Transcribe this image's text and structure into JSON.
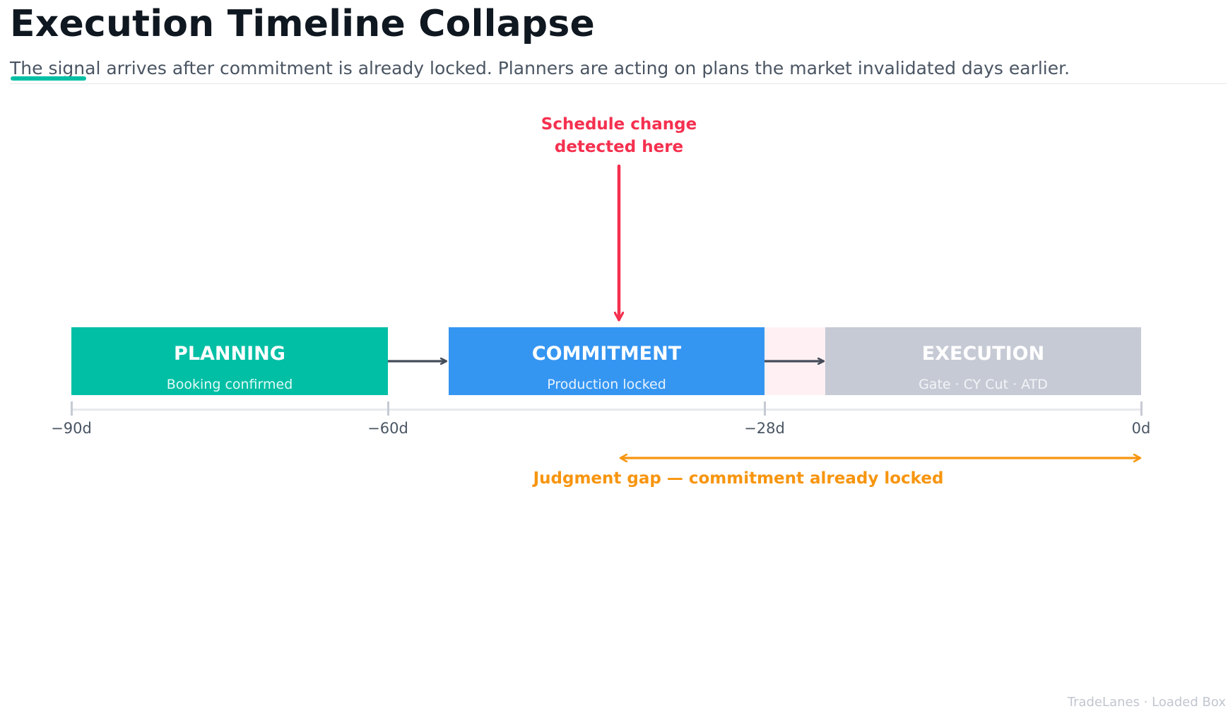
{
  "header": {
    "title": "Execution Timeline Collapse",
    "subtitle": "The signal arrives after commitment is already locked. Planners are acting on plans the market invalidated days earlier."
  },
  "colors": {
    "accent": "#00bfa5",
    "planning": "#00bfa5",
    "commitment": "#3596f2",
    "execution": "#c6cad5",
    "transition_zone": "#fff0f3",
    "signal": "#f5304f",
    "gap": "#f7950f",
    "connector": "#454c59"
  },
  "phases": [
    {
      "id": "planning",
      "name": "PLANNING",
      "sub": "Booking confirmed"
    },
    {
      "id": "commitment",
      "name": "COMMITMENT",
      "sub": "Production locked"
    },
    {
      "id": "execution",
      "name": "EXECUTION",
      "sub": "Gate · CY Cut · ATD"
    }
  ],
  "axis": {
    "ticks": [
      "−90d",
      "−60d",
      "−28d",
      "0d"
    ]
  },
  "signal_marker": {
    "label_line1": "Schedule change",
    "label_line2": "detected here"
  },
  "gap": {
    "label": "Judgment gap — commitment already locked"
  },
  "footer": {
    "credit": "TradeLanes · Loaded Box"
  }
}
